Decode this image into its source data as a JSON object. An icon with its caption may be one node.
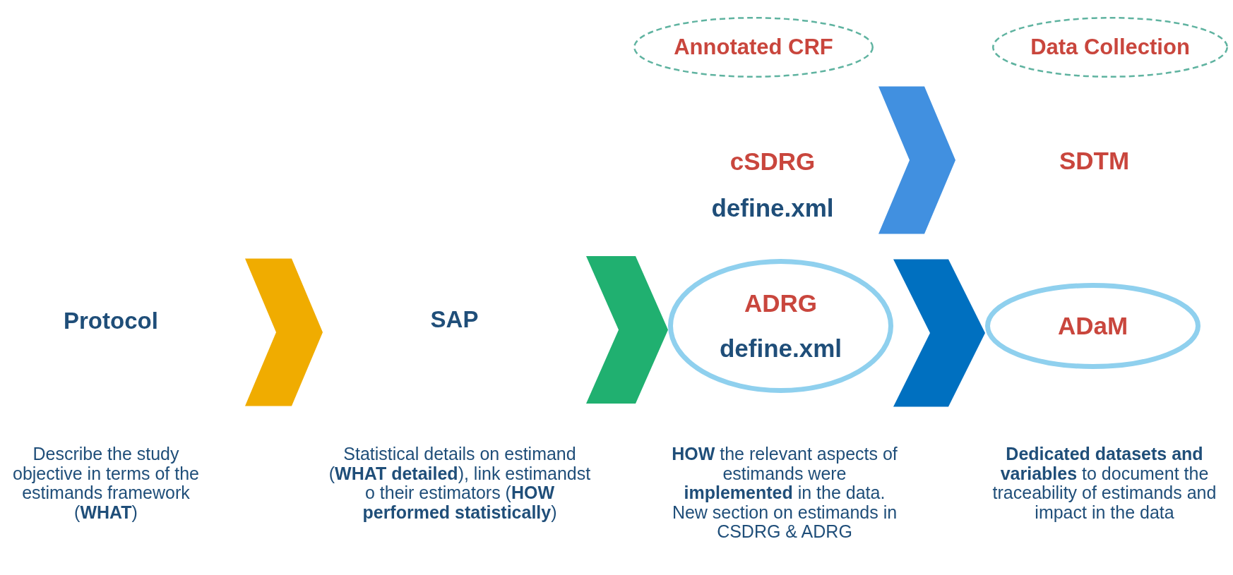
{
  "diagram": {
    "nodes": [
      {
        "text": [
          "Annotated CRF"
        ]
      },
      {
        "text": [
          "Data Collection"
        ]
      },
      {
        "text": [
          "cSDRG",
          "define.xml"
        ]
      },
      {
        "text": [
          "SDTM"
        ]
      },
      {
        "text": [
          "Protocol"
        ]
      },
      {
        "text": [
          "SAP"
        ]
      },
      {
        "text": [
          "ADRG",
          "define.xml"
        ]
      },
      {
        "text": [
          "ADaM"
        ]
      }
    ],
    "edges": [
      {
        "from": 4,
        "to": 5,
        "arrow": "to",
        "color": "#f0ac00"
      },
      {
        "from": 5,
        "to": 6,
        "arrow": "to",
        "color": "#20b070"
      },
      {
        "from": 2,
        "to": 3,
        "arrow": "to",
        "color": "#4190e0"
      },
      {
        "from": 6,
        "to": 7,
        "arrow": "to",
        "color": "#0070c0"
      }
    ],
    "labels": [
      "Describe the study objective in terms of the estimands framework (**WHAT**)",
      "Statistical details on estimand (**WHAT detailed**), link estimandst o their estimators (**HOW performed statistically**)",
      "**HOW** the relevant aspects of estimands were **implemented** in the data. New section on estimands in CSDRG & ADRG",
      "**Dedicated datasets and variables** to document the traceability of estimands and impact in the data"
    ]
  }
}
